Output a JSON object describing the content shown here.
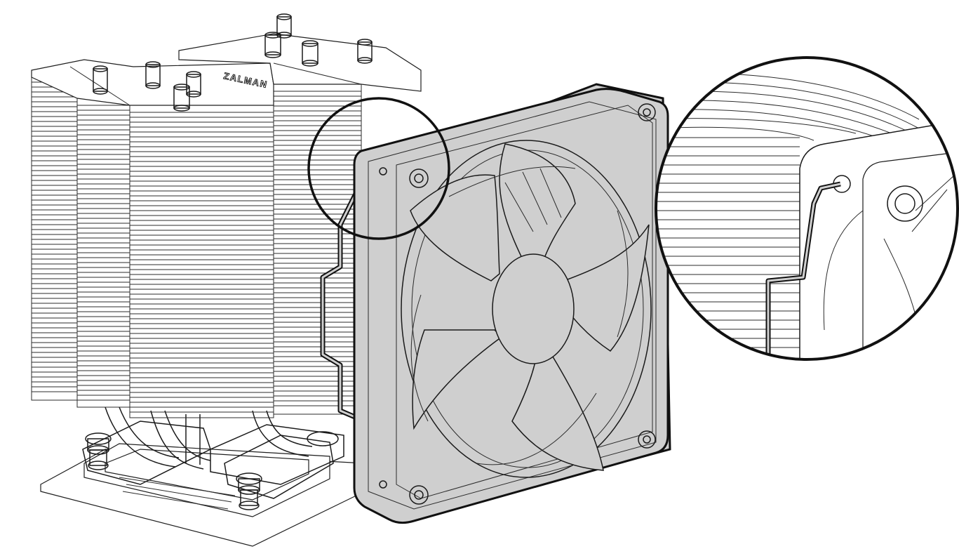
{
  "illustration": {
    "heatsink_logo_text": "ZALMAN",
    "colors": {
      "line": "#1a1a1a",
      "fan_fill": "#cfcfcf",
      "background": "#ffffff"
    },
    "icons": {
      "heatsink": "cpu-cooler-heatsink",
      "fan": "fan-120mm",
      "clip": "wire-fan-clip",
      "zoom": "magnifier-detail-callout"
    }
  }
}
